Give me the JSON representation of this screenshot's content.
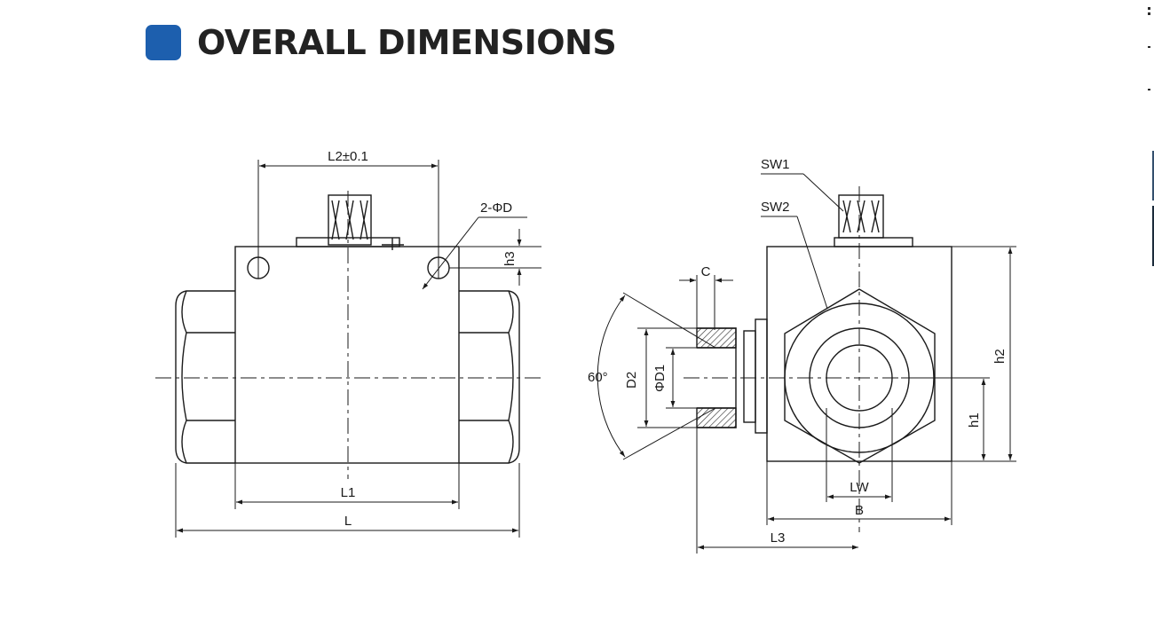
{
  "header": {
    "title": "OVERALL DIMENSIONS",
    "accent_color": "#1d5fae"
  },
  "diagram": {
    "front_view": {
      "labels": {
        "L2": "L2±0.1",
        "D_holes": "2-ΦD",
        "h3": "h3",
        "L1": "L1",
        "L": "L"
      }
    },
    "side_view": {
      "labels": {
        "SW1": "SW1",
        "SW2": "SW2",
        "C": "C",
        "angle": "60°",
        "D2": "D2",
        "D1": "ΦD1",
        "h2": "h2",
        "h1": "h1",
        "LW": "LW",
        "B": "B",
        "L3": "L3"
      }
    }
  }
}
